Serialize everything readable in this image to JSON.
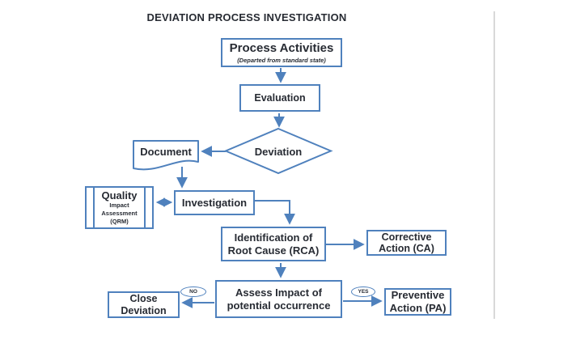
{
  "title": "DEVIATION PROCESS INVESTIGATION",
  "colors": {
    "node_border": "#4f81bd",
    "arrow": "#4f81bd",
    "text": "#272b33",
    "divider": "#d9d9d9",
    "background": "#ffffff"
  },
  "diagram_type": "flowchart",
  "nodes": {
    "process_activities": {
      "label": "Process Activities",
      "sublabel": "(Departed from standard state)",
      "shape": "rectangle"
    },
    "evaluation": {
      "label": "Evaluation",
      "shape": "rectangle"
    },
    "deviation": {
      "label": "Deviation",
      "shape": "decision-diamond"
    },
    "document": {
      "label": "Document",
      "shape": "document"
    },
    "quality_impact": {
      "line1": "Quality",
      "line2": "Impact",
      "line3": "Assessment",
      "line4": "(QRM)",
      "shape": "predefined-process"
    },
    "investigation": {
      "label": "Investigation",
      "shape": "rectangle"
    },
    "root_cause": {
      "line1": "Identification of",
      "line2": "Root Cause (RCA)",
      "shape": "rectangle"
    },
    "corrective_action": {
      "line1": "Corrective",
      "line2": "Action (CA)",
      "shape": "rectangle"
    },
    "assess_impact": {
      "line1": "Assess Impact of",
      "line2": "potential occurrence",
      "shape": "rectangle"
    },
    "close_deviation": {
      "line1": "Close",
      "line2": "Deviation",
      "shape": "rectangle"
    },
    "preventive_action": {
      "line1": "Preventive",
      "line2": "Action (PA)",
      "shape": "rectangle"
    }
  },
  "connector_labels": {
    "yes": "YES",
    "no": "NO"
  },
  "edges": [
    {
      "from": "process_activities",
      "to": "evaluation",
      "style": "solid"
    },
    {
      "from": "evaluation",
      "to": "deviation",
      "style": "solid"
    },
    {
      "from": "deviation",
      "to": "document",
      "style": "solid"
    },
    {
      "from": "document",
      "to": "investigation",
      "style": "solid"
    },
    {
      "from": "investigation",
      "to": "quality_impact",
      "style": "dashed-double-arrow"
    },
    {
      "from": "investigation",
      "to": "root_cause",
      "style": "solid-elbow"
    },
    {
      "from": "root_cause",
      "to": "corrective_action",
      "style": "solid"
    },
    {
      "from": "root_cause",
      "to": "assess_impact",
      "style": "solid"
    },
    {
      "from": "assess_impact",
      "to": "preventive_action",
      "style": "solid",
      "label": "YES"
    },
    {
      "from": "assess_impact",
      "to": "close_deviation",
      "style": "solid",
      "label": "NO"
    }
  ]
}
